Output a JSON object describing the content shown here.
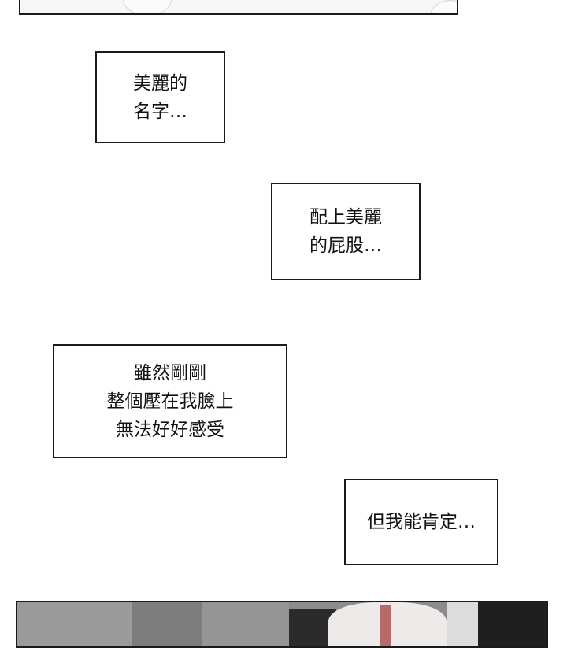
{
  "bubbles": [
    {
      "lines": [
        "美麗的",
        "名字…"
      ]
    },
    {
      "lines": [
        "配上美麗",
        "的屁股…"
      ]
    },
    {
      "lines": [
        "雖然剛剛",
        "整個壓在我臉上",
        "無法好好感受"
      ]
    },
    {
      "lines": [
        "但我能肯定…"
      ]
    }
  ],
  "colors": {
    "border": "#1a1a1a",
    "background": "#ffffff",
    "text": "#111111",
    "bottom_panel": "#8c8c8c"
  }
}
